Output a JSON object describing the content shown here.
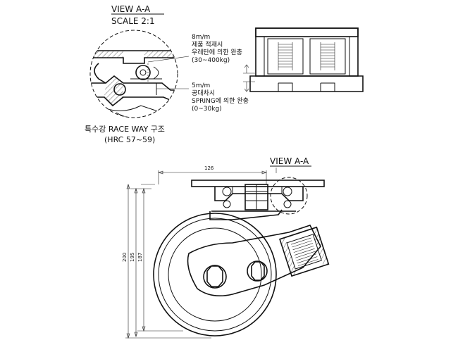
{
  "detail": {
    "view_title": "VIEW A-A",
    "scale": "SCALE 2:1",
    "note_loaded_1": "8m/m",
    "note_loaded_2": "제품 적재시",
    "note_loaded_3": "우레탄에 의한 완충",
    "note_loaded_4": "(30~400kg)",
    "note_empty_1": "5m/m",
    "note_empty_2": "공대차시",
    "note_empty_3": "SPRING에 의한 완충",
    "note_empty_4": "(0~30kg)",
    "caption_1": "특수강 RACE WAY   구조",
    "caption_2": "(HRC 57~59)"
  },
  "main": {
    "view_label": "VIEW A-A",
    "dim_width": "126",
    "dim_height_1": "200",
    "dim_height_2": "195",
    "dim_height_3": "187"
  }
}
